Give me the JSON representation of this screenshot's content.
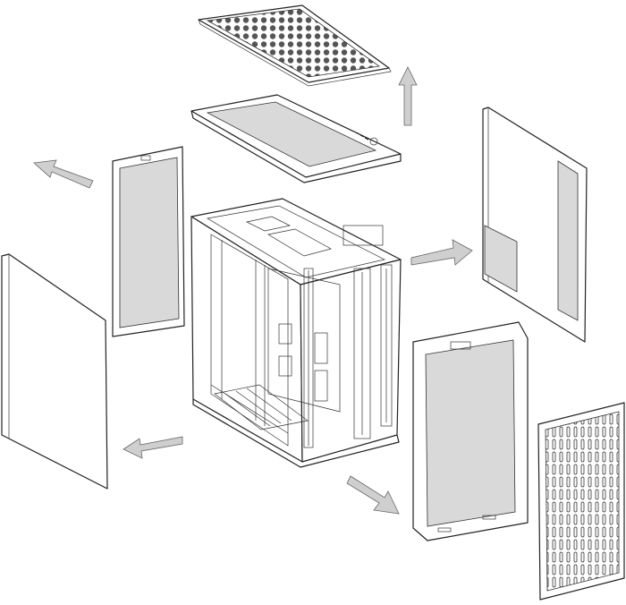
{
  "diagram": {
    "kind": "exploded-view",
    "colors": {
      "line": "#222222",
      "mesh_fill": "#d9d9d9",
      "arrow_fill": "#cfcfcf",
      "background": "#ffffff"
    },
    "components": [
      "top-mesh-filter",
      "top-panel",
      "left-side-filter",
      "left-side-panel",
      "chassis-frame",
      "rear-panel",
      "front-filter-frame",
      "front-mesh-panel"
    ],
    "arrows": [
      "up-arrow",
      "upper-left-arrow",
      "right-arrow",
      "lower-left-arrow",
      "lower-right-arrow"
    ]
  }
}
